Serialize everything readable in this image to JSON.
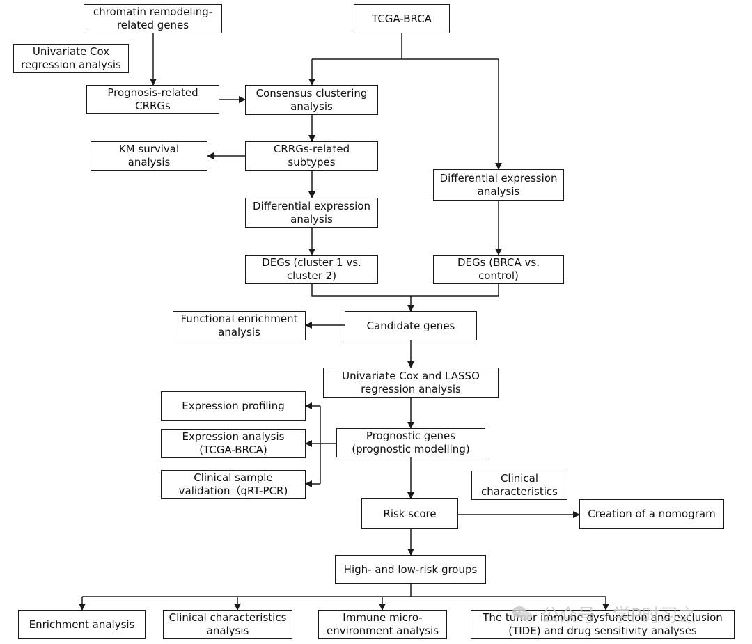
{
  "nodes": {
    "chromatin": "chromatin remodeling-\nrelated genes",
    "tcga": "TCGA-BRCA",
    "univariate": "Univariate Cox\nregression analysis",
    "prognosis_crrgs": "Prognosis-related\nCRRGs",
    "consensus": "Consensus clustering\nanalysis",
    "km": "KM survival\nanalysis",
    "subtypes": "CRRGs-related\nsubtypes",
    "diff_right": "Differential expression\nanalysis",
    "diff_left": "Differential expression\nanalysis",
    "degs_cluster": "DEGs (cluster 1 vs.\ncluster 2)",
    "degs_brca": "DEGs (BRCA vs.\ncontrol)",
    "functional": "Functional enrichment\nanalysis",
    "candidate": "Candidate genes",
    "lasso": "Univariate Cox and  LASSO\nregression analysis",
    "expr_profiling": "Expression profiling",
    "expr_analysis": "Expression analysis\n(TCGA-BRCA)",
    "prognostic": "Prognostic genes\n(prognostic modelling)",
    "clinical_validation": "Clinical sample\nvalidation（qRT-PCR)",
    "clinical_char": "Clinical\ncharacteristics",
    "risk": "Risk score",
    "nomogram": "Creation of a nomogram",
    "groups": "High- and low-risk groups",
    "enrichment": "Enrichment analysis",
    "clinical_analysis": "Clinical characteristics\nanalysis",
    "immune": "Immune micro-\nenvironment analysis",
    "tide": "The tumor immune dysfunction and exclusion\n(TIDE) and drug sensitivity analyses"
  },
  "watermark": "公众号 · 学P时习之",
  "colors": {
    "stroke": "#1a1a1a",
    "text": "#111111",
    "watermark": "#c8c8c8"
  }
}
